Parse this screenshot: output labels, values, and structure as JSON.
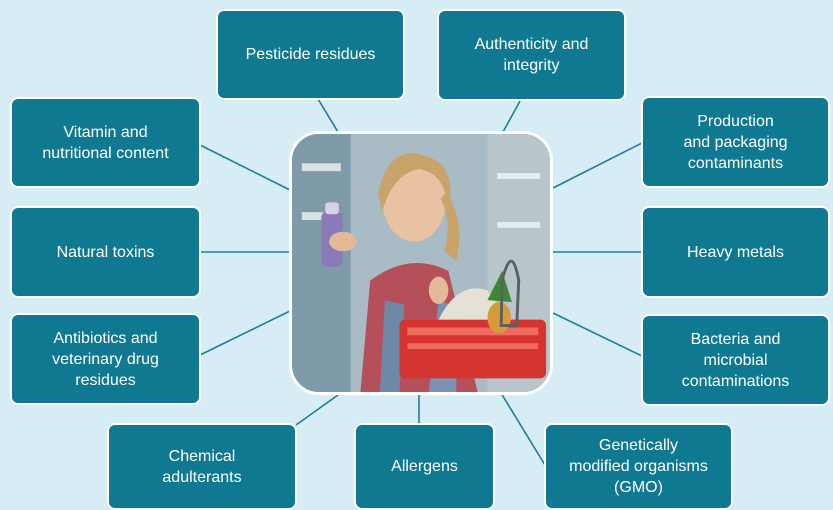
{
  "boxes": {
    "pesticide": "Pesticide residues",
    "authenticity": "Authenticity and\nintegrity",
    "vitamin": "Vitamin and\nnutritional content",
    "production": "Production\nand packaging\ncontaminants",
    "toxins": "Natural toxins",
    "heavy_metals": "Heavy metals",
    "antibiotics": "Antibiotics and\nveterinary drug\nresidues",
    "bacteria": "Bacteria and\nmicrobial\ncontaminations",
    "chemical": "Chemical\nadulterants",
    "allergens": "Allergens",
    "gmo": "Genetically\nmodified organisms\n(GMO)"
  },
  "colors": {
    "background": "#d6edf6",
    "box_fill": "#0f7991",
    "box_border": "#ffffff",
    "connector": "#1b7f99"
  },
  "photo": {
    "subject": "woman-reading-product-label-photo"
  }
}
